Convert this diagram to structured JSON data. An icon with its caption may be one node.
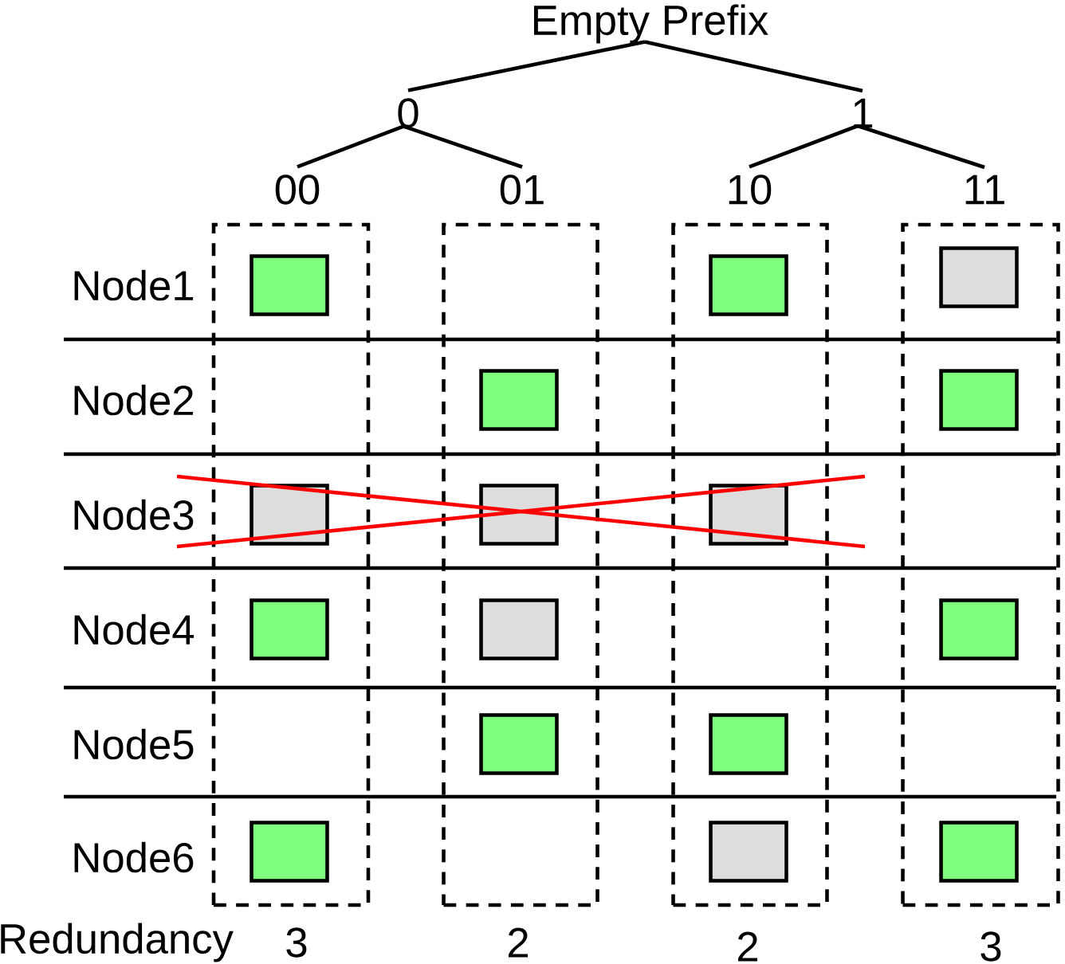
{
  "diagram": {
    "nodes": [
      {
        "text": [
          "Empty Prefix"
        ]
      },
      {
        "text": [
          "0"
        ]
      },
      {
        "text": [
          "1"
        ]
      },
      {
        "text": [
          "00"
        ]
      },
      {
        "text": [
          "01"
        ]
      },
      {
        "text": [
          "10"
        ]
      },
      {
        "text": [
          "11"
        ]
      },
      {
        "text": [],
        "shape": "box"
      },
      {
        "text": [],
        "shape": "box",
        "in": 7
      },
      {
        "text": [],
        "shape": "box",
        "in": 7
      },
      {
        "text": [],
        "shape": "box",
        "in": 7
      },
      {
        "text": [],
        "shape": "box",
        "in": 7
      },
      {
        "text": [],
        "shape": "box"
      },
      {
        "text": [],
        "shape": "box",
        "in": 12
      },
      {
        "text": [],
        "shape": "box",
        "in": 12
      },
      {
        "text": [],
        "shape": "box",
        "in": 12
      },
      {
        "text": [],
        "shape": "box",
        "in": 12
      },
      {
        "text": [],
        "shape": "box"
      },
      {
        "text": [],
        "shape": "box",
        "in": 17
      },
      {
        "text": [],
        "shape": "box",
        "in": 17
      },
      {
        "text": [],
        "shape": "box",
        "in": 17
      },
      {
        "text": [],
        "shape": "box",
        "in": 17
      },
      {
        "text": [],
        "shape": "box"
      },
      {
        "text": [],
        "shape": "box",
        "in": 22
      },
      {
        "text": [],
        "shape": "box",
        "in": 22
      },
      {
        "text": [],
        "shape": "box",
        "in": 22
      },
      {
        "text": [],
        "shape": "box",
        "in": 22
      }
    ],
    "edges": [
      {
        "from": 0,
        "to": 1,
        "arrow": "none"
      },
      {
        "from": 0,
        "to": 2,
        "arrow": "none"
      },
      {
        "from": 1,
        "to": 3,
        "arrow": "none"
      },
      {
        "from": 1,
        "to": 4,
        "arrow": "none"
      },
      {
        "from": 2,
        "to": 5,
        "arrow": "none"
      },
      {
        "from": 2,
        "to": 6,
        "arrow": "none"
      }
    ],
    "labels": [
      "Node1",
      "Node2",
      "Node3",
      "Node4",
      "Node5",
      "Node6",
      "Redundancy",
      "3",
      "2",
      "2",
      "3"
    ]
  }
}
